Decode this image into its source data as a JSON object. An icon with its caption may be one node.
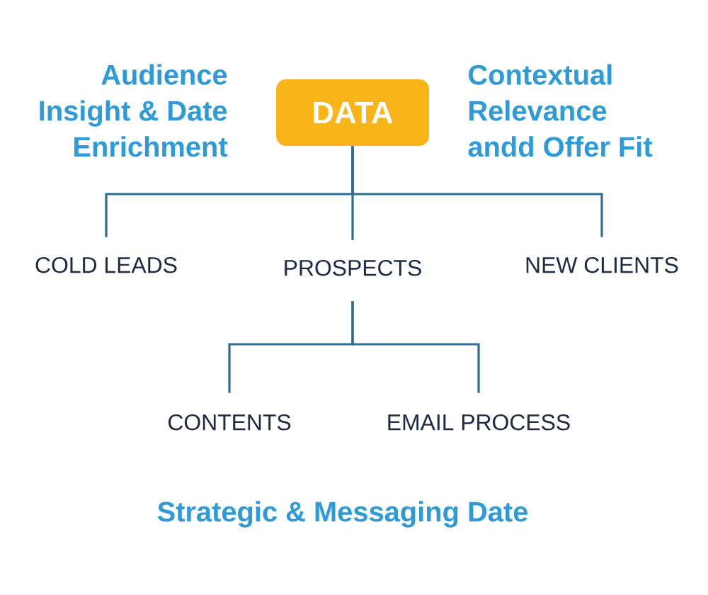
{
  "diagram": {
    "nodes": [
      {
        "text": [
          "DATA"
        ]
      },
      {
        "text": [
          "COLD LEADS"
        ]
      },
      {
        "text": [
          "PROSPECTS"
        ]
      },
      {
        "text": [
          "NEW CLIENTS"
        ]
      },
      {
        "text": [
          "CONTENTS"
        ]
      },
      {
        "text": [
          "EMAIL PROCESS"
        ]
      }
    ],
    "edges": [
      {
        "from": 0,
        "to": 1,
        "arrow": "none"
      },
      {
        "from": 0,
        "to": 2,
        "arrow": "none"
      },
      {
        "from": 0,
        "to": 3,
        "arrow": "none"
      },
      {
        "from": 2,
        "to": 4,
        "arrow": "none"
      },
      {
        "from": 2,
        "to": 5,
        "arrow": "none"
      }
    ],
    "labels": [
      "Audience Insight & Date Enrichment",
      "Contextual Relevance andd Offer Fit",
      "Strategic & Messaging Date"
    ]
  }
}
